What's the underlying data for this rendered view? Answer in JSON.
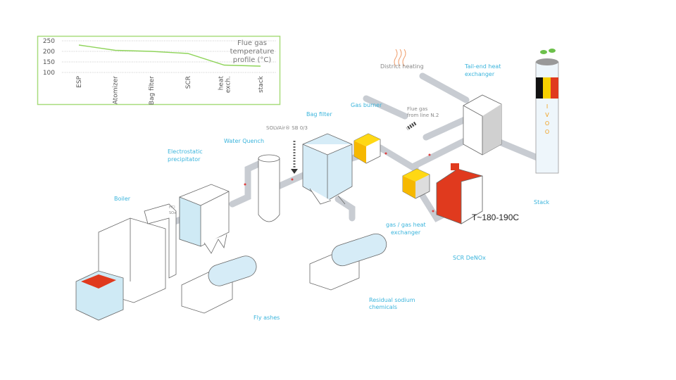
{
  "chart_data": {
    "type": "line",
    "title": "Flue gas temperature profile (°C)",
    "title_lines": [
      "Flue gas",
      "temperature",
      "profile (°C)"
    ],
    "categories": [
      "ESP",
      "Atomizer",
      "Bag filter",
      "SCR",
      "heat exch.",
      "stack"
    ],
    "values": [
      230,
      205,
      200,
      190,
      135,
      130
    ],
    "yticks": [
      "250",
      "200",
      "150",
      "100"
    ],
    "ylim": [
      100,
      250
    ],
    "grid": true,
    "line_color": "#8fd45a",
    "border_color": "#a8dc7c"
  },
  "labels": {
    "boiler": "Boiler",
    "esp": [
      "Electrostatic",
      "precipitator"
    ],
    "hcl": "HCl",
    "sox": "SOx",
    "water_quench": "Water Quench",
    "solvair": "SOLVAir® SB 0/3",
    "bag_filter": "Bag filter",
    "gas_burner": "Gas burner",
    "flue_gas_line": [
      "Flue gas",
      "from line N.2"
    ],
    "district_heating": "District heating",
    "tail_end": [
      "Tail-end heat",
      "exchanger"
    ],
    "stack": "Stack",
    "stack_brand": [
      "I",
      "V",
      "O",
      "O"
    ],
    "gas_gas": [
      "gas / gas heat",
      "exchanger"
    ],
    "scr": "SCR DeNOx",
    "temperature_note": "T~180-190C",
    "fly_ashes": "Fly ashes",
    "residual": [
      "Residual sodium",
      "chemicals"
    ]
  }
}
